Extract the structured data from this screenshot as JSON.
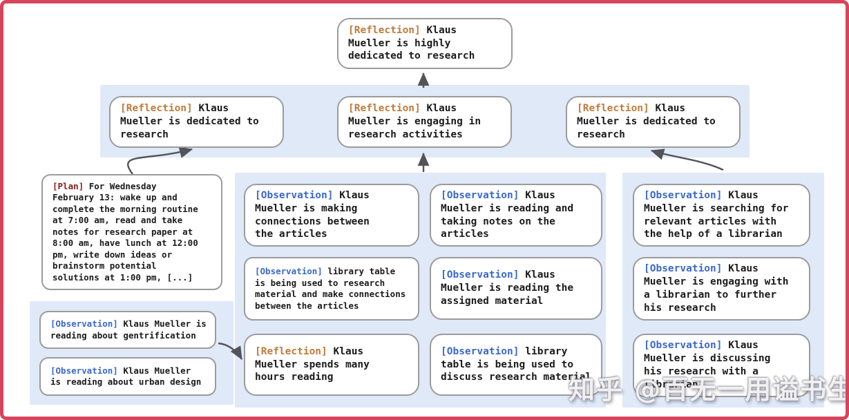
{
  "nodes": {
    "root": {
      "tag": "[Reflection]",
      "text": "Klaus\nMueller is highly\ndedicated to research"
    },
    "level2": [
      {
        "tag": "[Reflection]",
        "text": "Klaus\nMueller is dedicated to\nresearch"
      },
      {
        "tag": "[Reflection]",
        "text": "Klaus\nMueller is engaging in\nresearch activities"
      },
      {
        "tag": "[Reflection]",
        "text": "Klaus\nMueller is dedicated to\nresearch"
      }
    ],
    "plan": {
      "tag": "[Plan]",
      "text": "For Wednesday\nFebruary 13: wake up and\ncomplete the morning routine\nat 7:00 am, read and take\nnotes for research paper at\n8:00 am, have lunch at 12:00\npm, write down ideas or\nbrainstorm potential\nsolutions at 1:00 pm, [...]"
    },
    "left_group": [
      {
        "tag": "[Observation]",
        "text": "Klaus Mueller is\nreading about gentrification"
      },
      {
        "tag": "[Observation]",
        "text": "Klaus Mueller\nis reading about urban design"
      }
    ],
    "middle_col1": [
      {
        "tag": "[Observation]",
        "text": "Klaus\nMueller is making\nconnections between\nthe articles"
      },
      {
        "tag": "[Observation]",
        "text": "library table\nis being used to research\nmaterial and make connections\nbetween the articles"
      },
      {
        "tag": "[Reflection]",
        "text": "Klaus\nMueller spends many\nhours reading"
      }
    ],
    "middle_col2": [
      {
        "tag": "[Observation]",
        "text": "Klaus\nMueller is reading and\ntaking notes on the\narticles"
      },
      {
        "tag": "[Observation]",
        "text": "Klaus\nMueller is reading the\nassigned material"
      },
      {
        "tag": "[Observation]",
        "text": "library\ntable is being used to\ndiscuss research material"
      }
    ],
    "right_group": [
      {
        "tag": "[Observation]",
        "text": "Klaus\nMueller is searching for\nrelevant articles with\nthe help of a librarian"
      },
      {
        "tag": "[Observation]",
        "text": "Klaus\nMueller is engaging with\na librarian to further\nhis research"
      },
      {
        "tag": "[Observation]",
        "text": "Klaus\nMueller is discussing\nhis research with a\nlibrarian"
      }
    ]
  },
  "watermark": "知乎 @百无一用谥书生",
  "colors": {
    "frame_border": "#d6455c",
    "panel_bg": "#dfe9f8",
    "box_border": "#9b9b9b",
    "reflection_tag": "#bf7b3b",
    "observation_tag": "#3a68c8",
    "plan_tag": "#8e1b1b",
    "text": "#1b1b1b",
    "arrow": "#53535a"
  }
}
